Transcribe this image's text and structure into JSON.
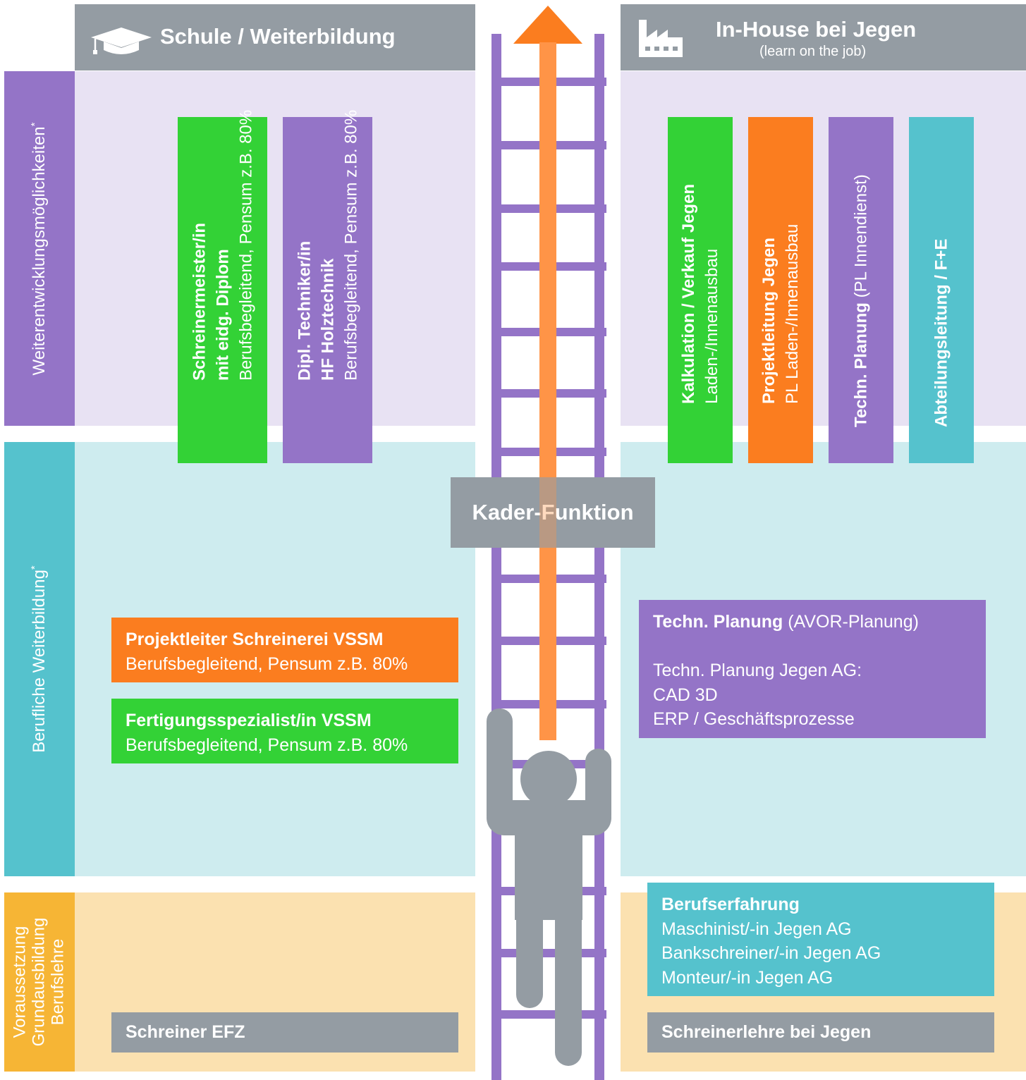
{
  "colors": {
    "header_gray": "#949ca3",
    "lavender": "#e8e2f3",
    "light_cyan": "#ceecef",
    "light_peach": "#fbe1b0",
    "purple": "#9474c7",
    "cyan": "#55c2cd",
    "amber": "#f6b535",
    "green": "#33d236",
    "orange": "#fb7d1f",
    "arrow_orange": "#ff9447"
  },
  "header_left": {
    "icon": "graduation-cap-icon",
    "title": "Schule / Weiterbildung"
  },
  "header_right": {
    "icon": "factory-icon",
    "title": "In-House bei Jegen",
    "subtitle": "(learn on the job)"
  },
  "sides": {
    "development": {
      "label": "Weiterentwicklungsmöglichkeiten",
      "mark": "*"
    },
    "further_training": {
      "label": "Berufliche Weiterbildung",
      "mark": "*"
    },
    "prerequisite": {
      "line1": "Voraussetzung",
      "line2": "Grundausbildung",
      "line3": "Berufslehre"
    }
  },
  "cards_school_vertical": [
    {
      "bold1": "Schreinermeister/in",
      "bold2": "mit eidg. Diplom",
      "normal": "Berufsbegleitend, Pensum z.B. 80%"
    },
    {
      "bold1": "Dipl. Techniker/in",
      "bold2": "HF Holztechnik",
      "normal": "Berufsbegleitend, Pensum z.B. 80%"
    }
  ],
  "cards_inhouse_vertical": [
    {
      "bold": "Kalkulation / Verkauf Jegen",
      "normal": "Laden-/Innenausbau"
    },
    {
      "bold": "Projektleitung Jegen",
      "normal": "PL Laden-/Innenausbau"
    },
    {
      "bold": "Techn. Planung",
      "normal": " (PL Innendienst)"
    },
    {
      "bold": "Abteilungsleitung / F+E"
    }
  ],
  "kader_label": "Kader-Funktion",
  "school_training": [
    {
      "title": "Projektleiter Schreinerei VSSM",
      "text": "Berufsbegleitend, Pensum z.B. 80%"
    },
    {
      "title": "Fertigungsspezialist/in VSSM",
      "text": "Berufsbegleitend, Pensum z.B. 80%"
    }
  ],
  "techn_planung": {
    "title": "Techn. Planung",
    "title_suffix": " (AVOR-Planung)",
    "lines": [
      "Techn. Planung Jegen AG:",
      "CAD 3D",
      "ERP / Geschäftsprozesse"
    ]
  },
  "berufserfahrung": {
    "title": "Berufserfahrung",
    "lines": [
      "Maschinist/-in Jegen AG",
      "Bankschreiner/-in Jegen AG",
      "Monteur/-in Jegen AG"
    ]
  },
  "schreiner_efz": "Schreiner EFZ",
  "schreinerlehre": "Schreinerlehre bei Jegen"
}
